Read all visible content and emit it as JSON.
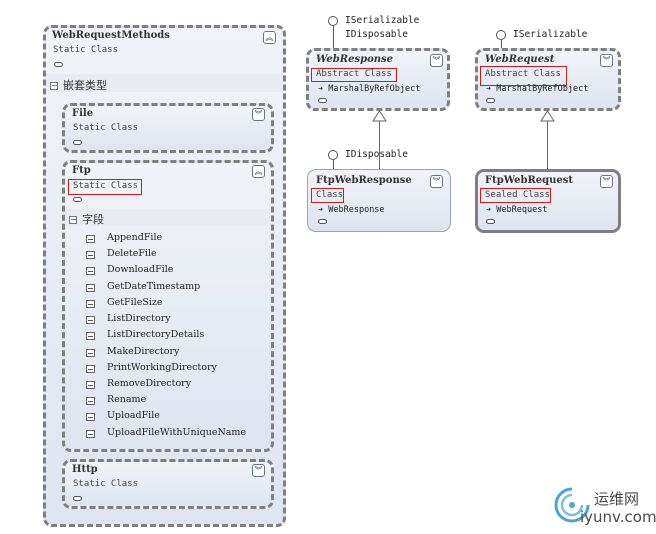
{
  "icons": {
    "collapse": "chevron-double-up-icon",
    "expand": "chevron-double-down-icon",
    "lollipop": "interface-lollipop-icon",
    "field": "field-icon",
    "inherit_arrow": "arrow-right-icon",
    "logo": "cloud-logo-icon"
  },
  "colors": {
    "highlight_box": "#d31a1a",
    "shape_fill": "#dfe4ef",
    "dashed_border": "#7f7f7f"
  },
  "outer": {
    "title": "WebRequestMethods",
    "stereotype": "Static Class",
    "nested_section": "嵌套类型"
  },
  "file": {
    "title": "File",
    "stereotype": "Static Class"
  },
  "ftp": {
    "title": "Ftp",
    "stereotype": "Static Class",
    "fields_section": "字段",
    "fields": [
      "AppendFile",
      "DeleteFile",
      "DownloadFile",
      "GetDateTimestamp",
      "GetFileSize",
      "ListDirectory",
      "ListDirectoryDetails",
      "MakeDirectory",
      "PrintWorkingDirectory",
      "RemoveDirectory",
      "Rename",
      "UploadFile",
      "UploadFileWithUniqueName"
    ]
  },
  "http": {
    "title": "Http",
    "stereotype": "Static Class"
  },
  "web_response": {
    "interfaces": [
      "ISerializable",
      "IDisposable"
    ],
    "title": "WebResponse",
    "stereotype": "Abstract Class",
    "base": "MarshalByRefObject"
  },
  "web_request": {
    "interface": "ISerializable",
    "title": "WebRequest",
    "stereotype": "Abstract Class",
    "base": "MarshalByRefObject"
  },
  "ftp_web_response": {
    "interface": "IDisposable",
    "title": "FtpWebResponse",
    "stereotype": "Class",
    "base": "WebResponse"
  },
  "ftp_web_request": {
    "title": "FtpWebRequest",
    "stereotype": "Sealed Class",
    "base": "WebRequest"
  },
  "watermark": {
    "name": "运维网",
    "url": "iyunv.com"
  }
}
